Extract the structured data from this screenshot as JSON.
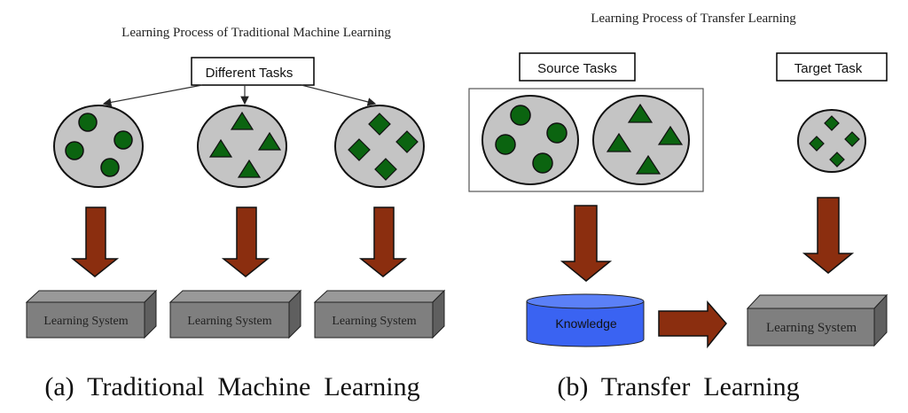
{
  "panel_a": {
    "heading": "Learning Process of Traditional Machine Learning",
    "tasks_label": "Different Tasks",
    "task_sets": [
      {
        "shape": "circle"
      },
      {
        "shape": "triangle"
      },
      {
        "shape": "diamond"
      }
    ],
    "system_label": "Learning System",
    "caption": "(a)  Traditional  Machine  Learning"
  },
  "panel_b": {
    "heading": "Learning Process of Transfer Learning",
    "source_label": "Source Tasks",
    "target_label": "Target Task",
    "knowledge_label": "Knowledge",
    "system_label": "Learning System",
    "caption": "(b)  Transfer  Learning"
  },
  "colors": {
    "shape_green": "#0b6410",
    "task_gray": "#c4c4c4",
    "arrow_brown": "#8b2e0f",
    "box_gray": "#7f7f7f",
    "knowledge_blue": "#3a63f2"
  }
}
